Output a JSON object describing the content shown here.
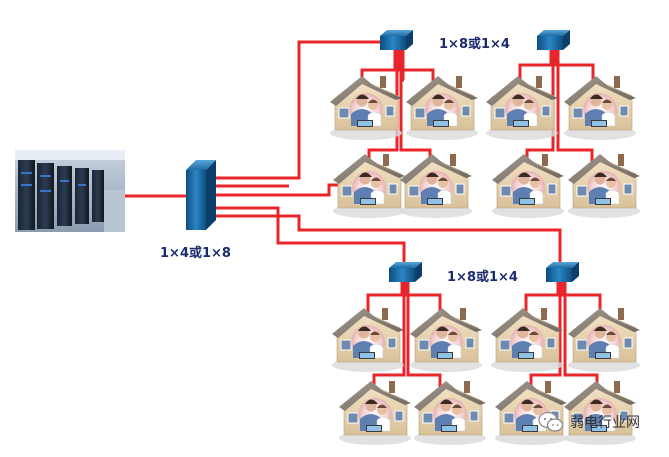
{
  "labels": {
    "main_splitter": "1×4或1×8",
    "upper_splitters": "1×8或1×4",
    "lower_splitters": "1×8或1×4"
  },
  "watermark": {
    "text": "弱电行业网",
    "icon": "wechat-icon"
  },
  "colors": {
    "fiber": "#e8252a",
    "splitter": "#1a6aa0",
    "label": "#1c2a6e"
  }
}
